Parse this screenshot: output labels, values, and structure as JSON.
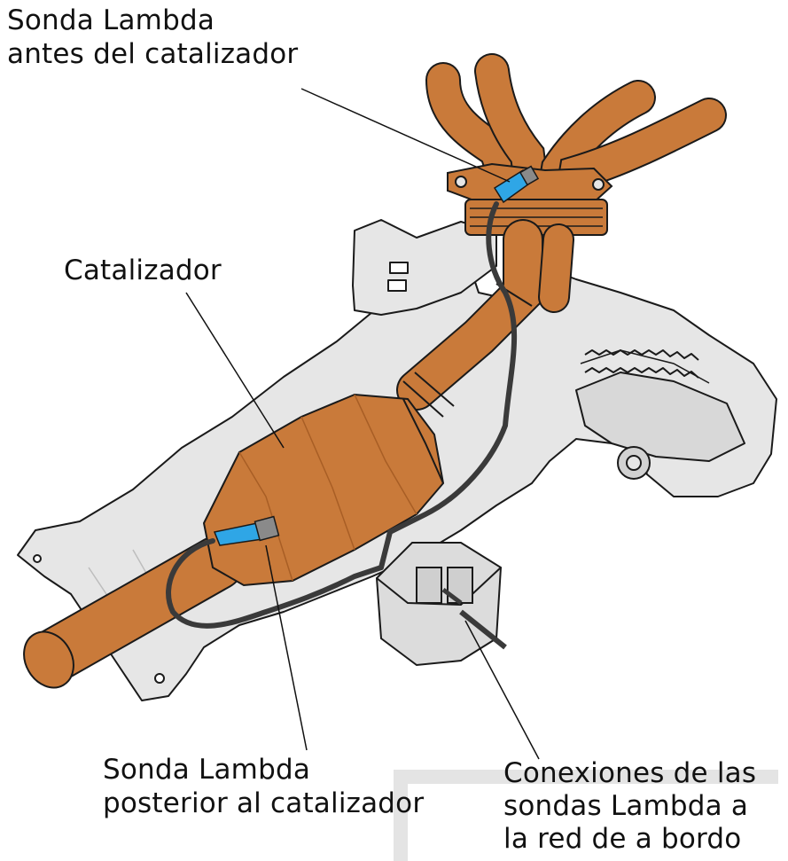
{
  "labels": {
    "pre_cat_sensor": [
      "Sonda Lambda",
      "antes del catalizador"
    ],
    "catalyst": "Catalizador",
    "post_cat_sensor": [
      "Sonda Lambda",
      "posterior al catalizador"
    ],
    "connections": [
      "Conexiones de las",
      "sondas Lambda a",
      "la red de a bordo"
    ]
  },
  "colors": {
    "pipe": "#c97a3a",
    "pipe_dark": "#a85e25",
    "sensor": "#2fa6e6",
    "body_panel": "#e6e6e6",
    "outline": "#1a1a1a",
    "cable": "#3a3a3a"
  }
}
